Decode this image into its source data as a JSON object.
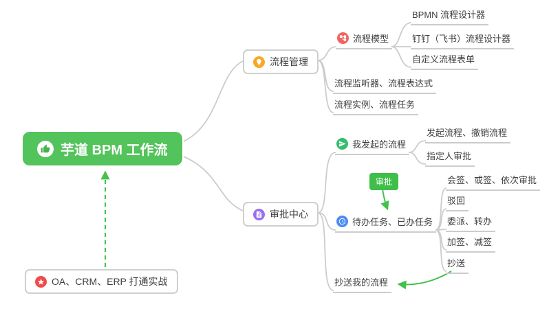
{
  "colors": {
    "root_bg": "#53c35b",
    "accent_green": "#43c14b",
    "tag_green": "#3fbf4a",
    "line_gray": "#cccccc",
    "icon_orange": "#f7a824",
    "icon_red": "#f2635f",
    "icon_purple": "#9a6ff2",
    "icon_green": "#35bd6b",
    "icon_blue": "#4a8df5",
    "icon_star_red": "#f04b4b",
    "text": "#3f3f3f"
  },
  "icons": {
    "root": "thumbs-up-icon",
    "process_management": "lightbulb-icon",
    "process_model": "flow-tree-icon",
    "approval_center": "document-icon",
    "my_initiated": "send-icon",
    "todo_done": "clock-icon",
    "oa_note": "star-icon"
  },
  "mindmap": {
    "root": {
      "label": "芋道 BPM 工作流"
    },
    "process_management": {
      "label": "流程管理",
      "children": {
        "process_model": {
          "label": "流程模型",
          "children": {
            "bpmn_designer": {
              "label": "BPMN 流程设计器"
            },
            "dingtalk_designer": {
              "label": "钉钉（飞书）流程设计器"
            },
            "custom_form": {
              "label": "自定义流程表单"
            }
          }
        },
        "listener_expression": {
          "label": "流程监听器、流程表达式"
        },
        "instance_task": {
          "label": "流程实例、流程任务"
        }
      }
    },
    "approval_center": {
      "label": "审批中心",
      "children": {
        "my_initiated": {
          "label": "我发起的流程",
          "children": {
            "initiate_cancel": {
              "label": "发起流程、撤销流程"
            },
            "assignee_approval": {
              "label": "指定人审批"
            }
          }
        },
        "todo_done": {
          "label": "待办任务、已办任务",
          "children": {
            "countersign": {
              "label": "会签、或签、依次审批"
            },
            "reject": {
              "label": "驳回"
            },
            "delegate_transfer": {
              "label": "委派、转办"
            },
            "add_reduce_sign": {
              "label": "加签、减签"
            },
            "cc": {
              "label": "抄送"
            }
          }
        },
        "cc_my_process": {
          "label": "抄送我的流程"
        }
      }
    }
  },
  "annotations": {
    "approval_tag": {
      "label": "审批"
    },
    "oa_note": {
      "label": "OA、CRM、ERP 打通实战"
    }
  }
}
